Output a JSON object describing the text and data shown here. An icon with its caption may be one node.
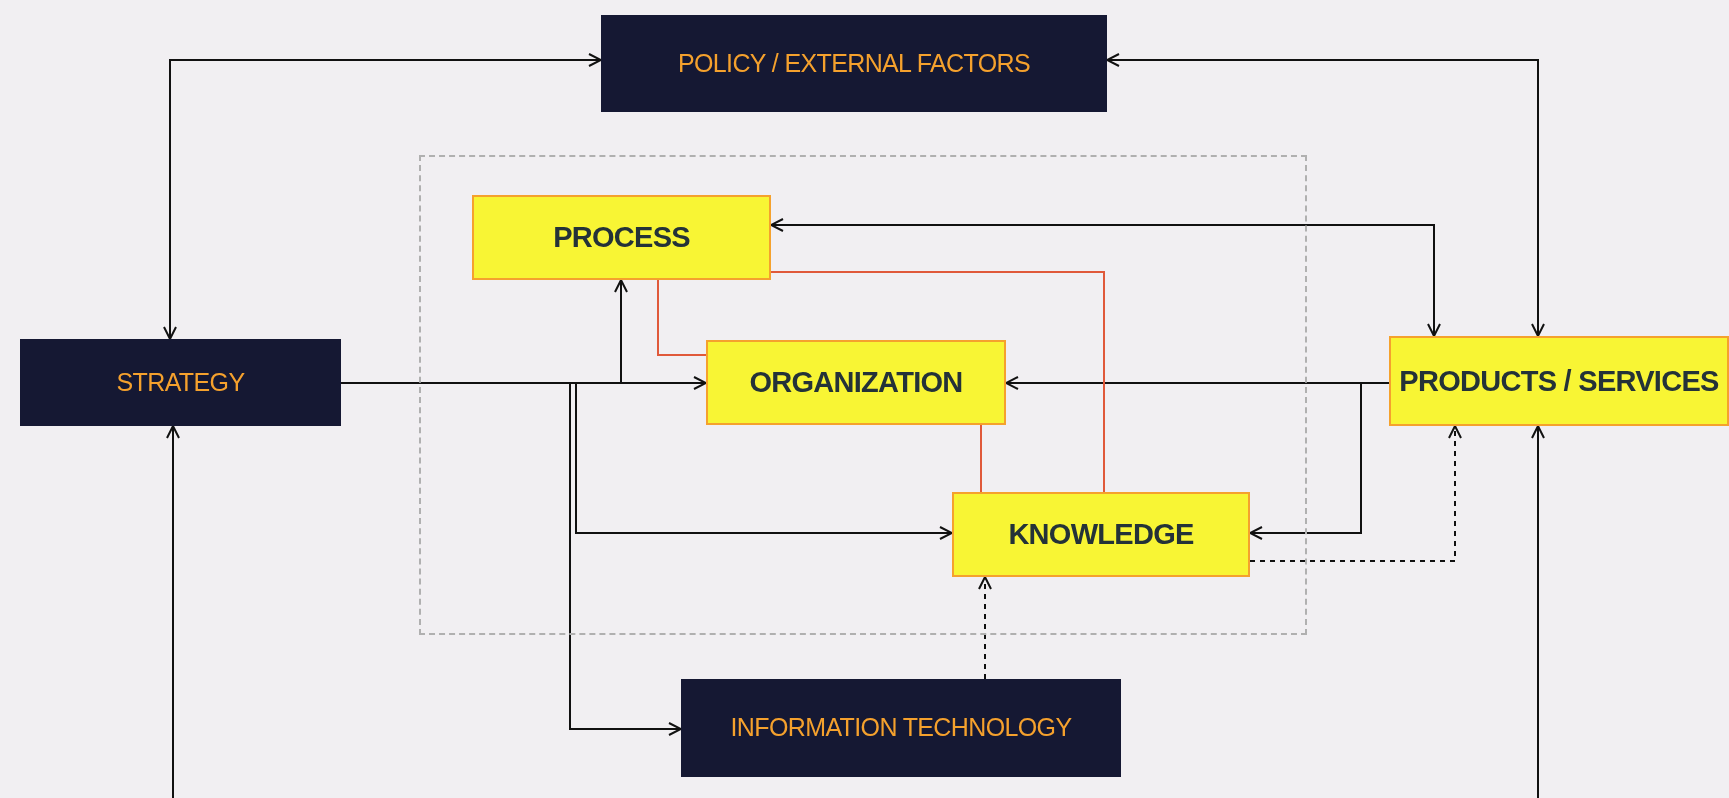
{
  "diagram": {
    "nodes": [
      {
        "text": [
          "POLICY / EXTERNAL FACTORS"
        ]
      },
      {
        "text": [
          "STRATEGY"
        ]
      },
      {
        "text": [],
        "shape": "box"
      },
      {
        "text": [
          "PROCESS"
        ],
        "in": 2
      },
      {
        "text": [
          "ORGANIZATION"
        ],
        "in": 2
      },
      {
        "text": [
          "KNOWLEDGE"
        ],
        "in": 2
      },
      {
        "text": [
          "PRODUCTS / SERVICES"
        ]
      },
      {
        "text": [
          "INFORMATION TECHNOLOGY"
        ]
      }
    ],
    "edges": [
      {
        "from": 1,
        "to": 0,
        "arrow": "both"
      },
      {
        "from": 0,
        "to": 6,
        "arrow": "both"
      },
      {
        "from": 3,
        "to": 6,
        "arrow": "both"
      },
      {
        "from": 1,
        "to": 4,
        "arrow": "to"
      },
      {
        "from": 1,
        "to": 3,
        "arrow": "to"
      },
      {
        "from": 1,
        "to": 7,
        "arrow": "to"
      },
      {
        "from": 1,
        "to": 5,
        "arrow": "to"
      },
      {
        "from": 6,
        "to": 4,
        "arrow": "to"
      },
      {
        "from": 6,
        "to": 5,
        "arrow": "to"
      },
      {
        "from": 5,
        "to": 6,
        "arrow": "to",
        "style": "dashed"
      },
      {
        "from": 7,
        "to": 5,
        "arrow": "to",
        "style": "dashed"
      },
      {
        "from": 3,
        "to": 4,
        "arrow": "none",
        "color": "#e0593a"
      },
      {
        "from": 3,
        "to": 5,
        "arrow": "none",
        "color": "#e0593a"
      },
      {
        "from": 4,
        "to": 5,
        "arrow": "none",
        "color": "#e0593a"
      },
      {
        "from": null,
        "to": 1,
        "arrow": "to"
      },
      {
        "from": null,
        "to": 6,
        "arrow": "to"
      }
    ]
  }
}
